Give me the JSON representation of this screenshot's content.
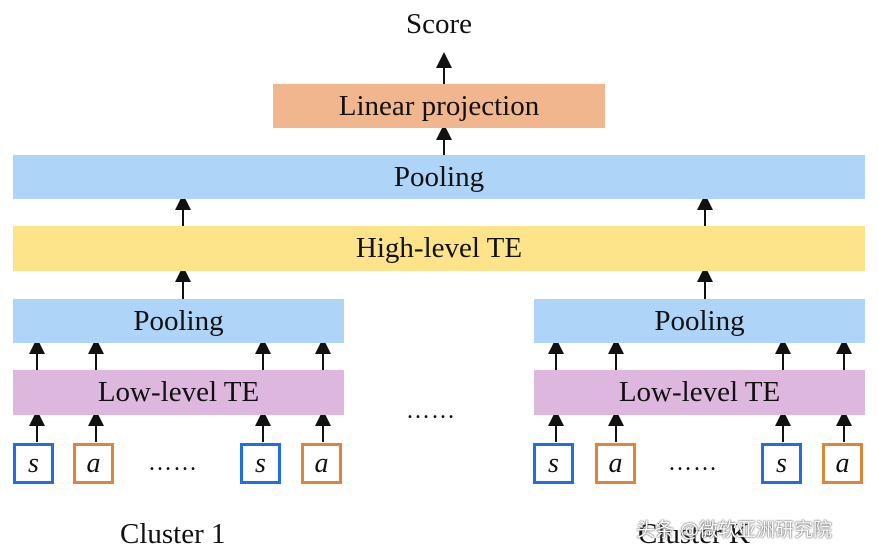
{
  "top_output": "Score",
  "linear_projection": "Linear projection",
  "top_pooling": "Pooling",
  "high_level_te": "High-level TE",
  "cluster_left": {
    "pooling": "Pooling",
    "low_level_te": "Low-level TE",
    "tokens": [
      "s",
      "a",
      "s",
      "a"
    ],
    "ellipsis": "……",
    "label": "Cluster 1"
  },
  "cluster_right": {
    "pooling": "Pooling",
    "low_level_te": "Low-level TE",
    "tokens": [
      "s",
      "a",
      "s",
      "a"
    ],
    "ellipsis": "……",
    "label": "Cluster K"
  },
  "middle_ellipsis": "……",
  "watermark": "头条 @微软亚洲研究院",
  "colors": {
    "pooling": "#aed4f8",
    "high_level_te": "#fde48a",
    "linear_projection": "#f2b68f",
    "low_level_te": "#ddb7de",
    "state_token_border": "#1f6fe0",
    "action_token_border": "#e08436"
  }
}
